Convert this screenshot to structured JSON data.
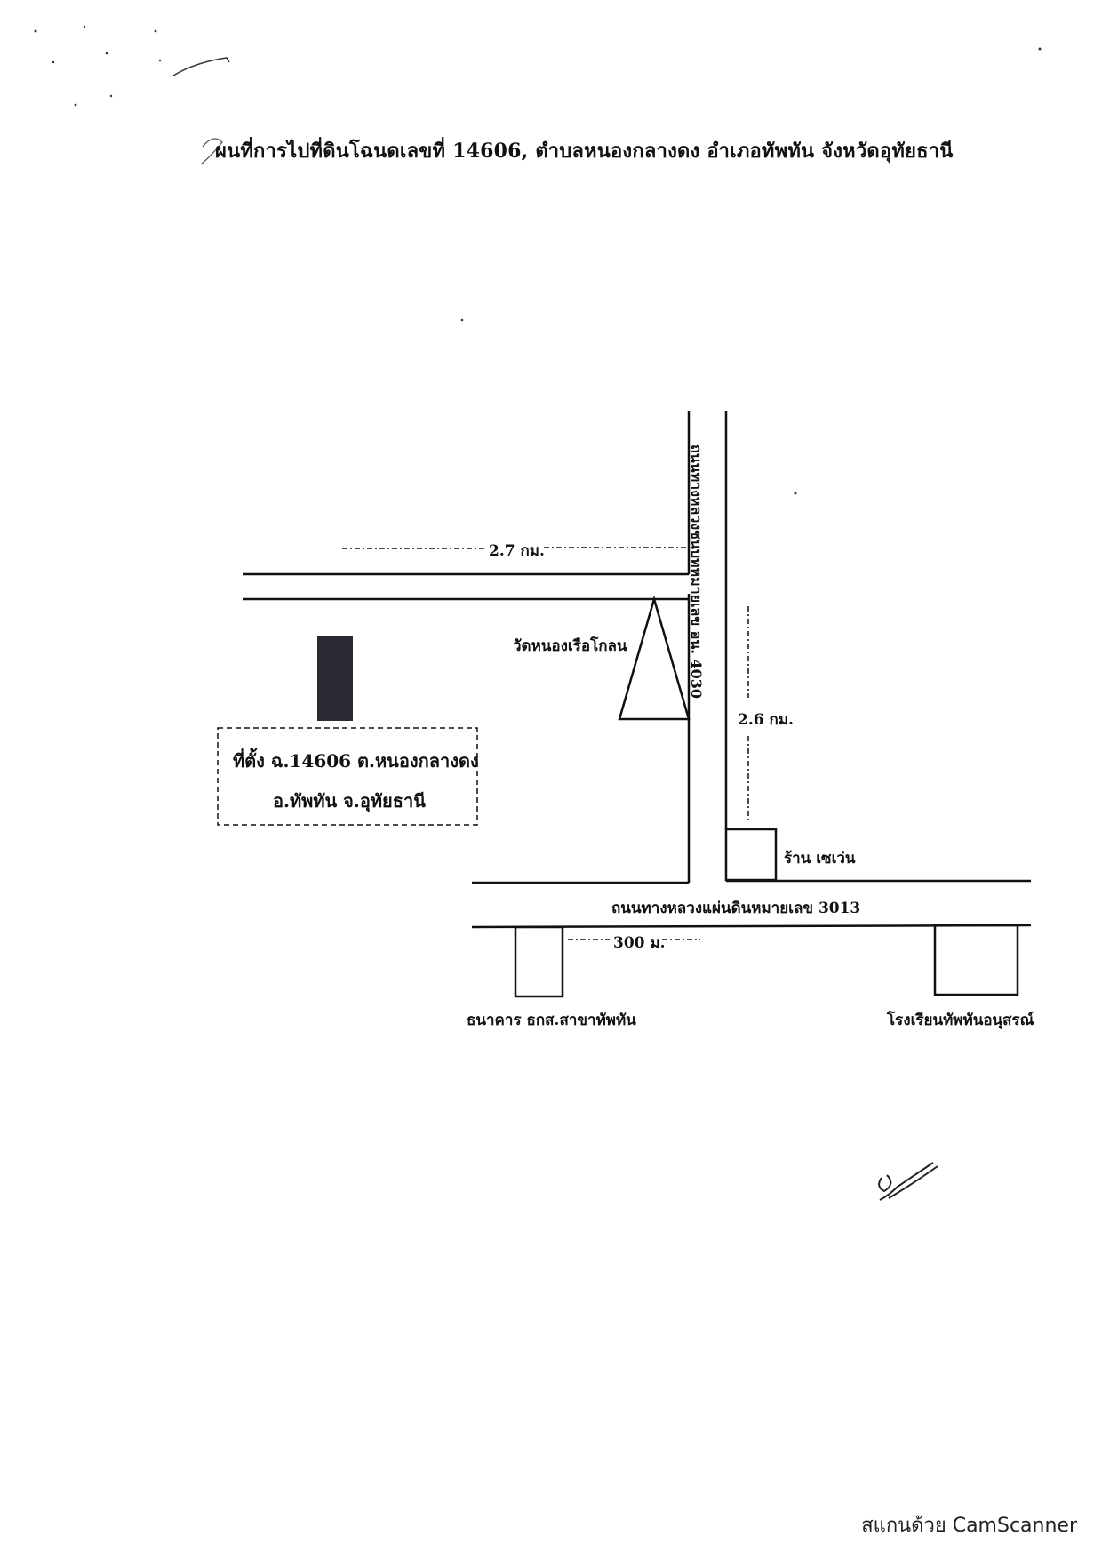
{
  "title": "ผนที่การไปที่ดินโฉนดเลขที่ 14606, ตำบลหนองกลางดง อำเภอทัพทัน จังหวัดอุทัยธานี",
  "labels": {
    "distance_top": "2.7 กม.",
    "distance_right": "2.6 กม.",
    "distance_bottom": "300 ม.",
    "temple": "วัดหนองเรือโกลน",
    "shop": "ร้าน เซเว่น",
    "road_horizontal": "ถนนทางหลวงแผ่นดินหมายเลข 3013",
    "road_vertical": "ถนนทางหลวงชนบทหมายเลข อน. 4030",
    "bank": "ธนาคาร ธกส.สาขาทัพทัน",
    "school": "โรงเรียนทัพทันอนุสรณ์"
  },
  "plot": {
    "line1": "ที่ตั้ง ฉ.14606 ต.หนองกลางดง",
    "line2": "อ.ทัพทัน จ.อุทัยธานี"
  },
  "footer": "สแกนด้วย CamScanner",
  "icons": {
    "plot_marker": "filled-rectangle",
    "temple": "triangle",
    "signature": "handwritten-signature"
  }
}
